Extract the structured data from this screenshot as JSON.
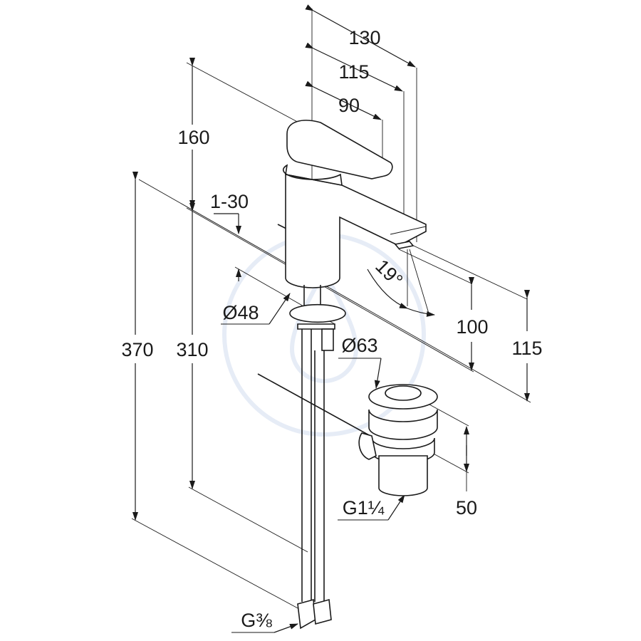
{
  "drawing": {
    "dimensions": {
      "width_total": "130",
      "width_spout": "115",
      "width_lever": "90",
      "height_top": "160",
      "deck_thickness": "1-30",
      "height_total": "370",
      "hose_length": "310",
      "base_diameter": "Ø48",
      "spout_angle": "19°",
      "spout_height": "100",
      "spout_height_outer": "115",
      "waste_diameter": "Ø63",
      "waste_height": "50",
      "waste_thread": "G1¼",
      "hose_thread": "G⅜"
    },
    "colors": {
      "line": "#1a1a1a",
      "watermark": "#e6ecf6"
    }
  }
}
